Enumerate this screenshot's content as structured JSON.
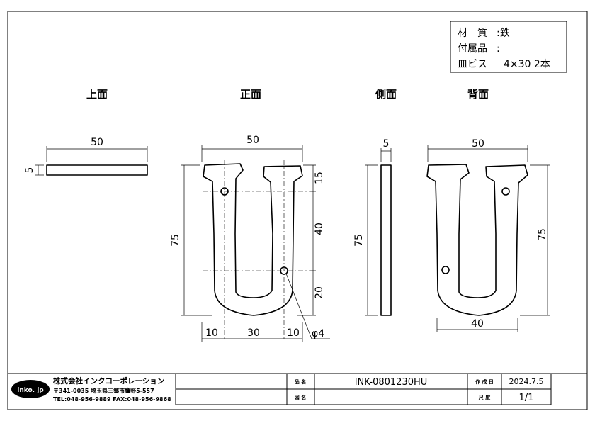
{
  "spec": {
    "material_label": "材　質",
    "material_value": ":鉄",
    "accessory_label": "付属品",
    "accessory_sep": ":",
    "screw_label": "皿ビス",
    "screw_value": "4×30  2本"
  },
  "views": {
    "top": "上面",
    "front": "正面",
    "side": "側面",
    "back": "背面"
  },
  "dimensions": {
    "top_width": "50",
    "top_thickness": "5",
    "front_width": "50",
    "front_height": "75",
    "front_hole_top": "15",
    "front_hole_span": "40",
    "front_hole_bottom": "20",
    "front_bottom_left": "10",
    "front_bottom_mid": "30",
    "front_bottom_right": "10",
    "hole_diameter": "φ4",
    "side_thickness": "5",
    "side_height": "75",
    "back_width": "50",
    "back_height": "75",
    "back_bottom": "40"
  },
  "title_block": {
    "logo": "inko. jp",
    "company": "株式会社インクコーポレーション",
    "address": "〒341-0035 埼玉県三郷市鷹野5-557",
    "contact": "TEL:048-956-9889  FAX:048-956-9868",
    "product_name_label": "品 名",
    "product_name_value": "INK-0801230HU",
    "drawing_name_label": "図 名",
    "drawing_name_value": "",
    "created_label": "作 成 日",
    "created_value": "2024.7.5",
    "scale_label": "尺 度",
    "scale_value": "1/1"
  }
}
